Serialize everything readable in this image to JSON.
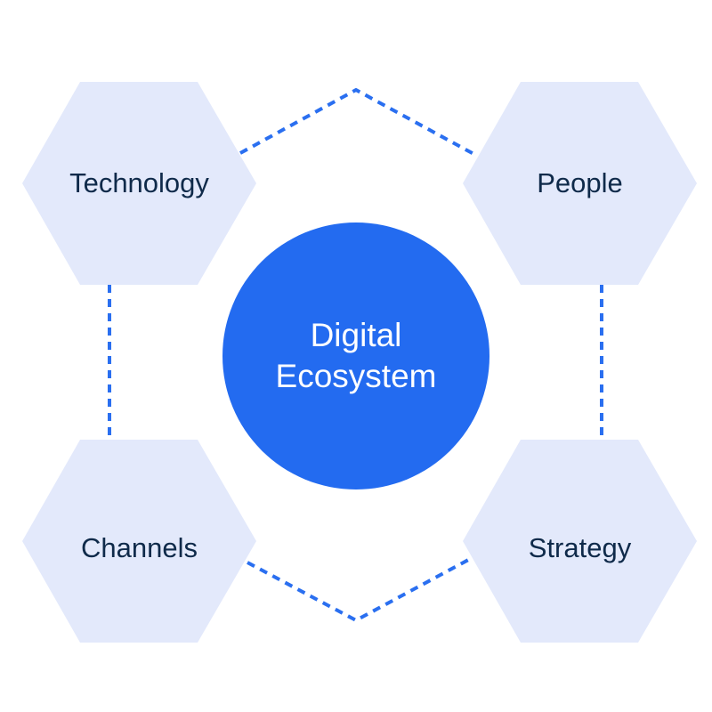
{
  "center": {
    "line1": "Digital",
    "line2": "Ecosystem"
  },
  "nodes": {
    "technology": "Technology",
    "people": "People",
    "channels": "Channels",
    "strategy": "Strategy"
  },
  "colors": {
    "hex_fill": "#e3e9fb",
    "accent": "#236bf0",
    "text": "#0f2a4a"
  }
}
